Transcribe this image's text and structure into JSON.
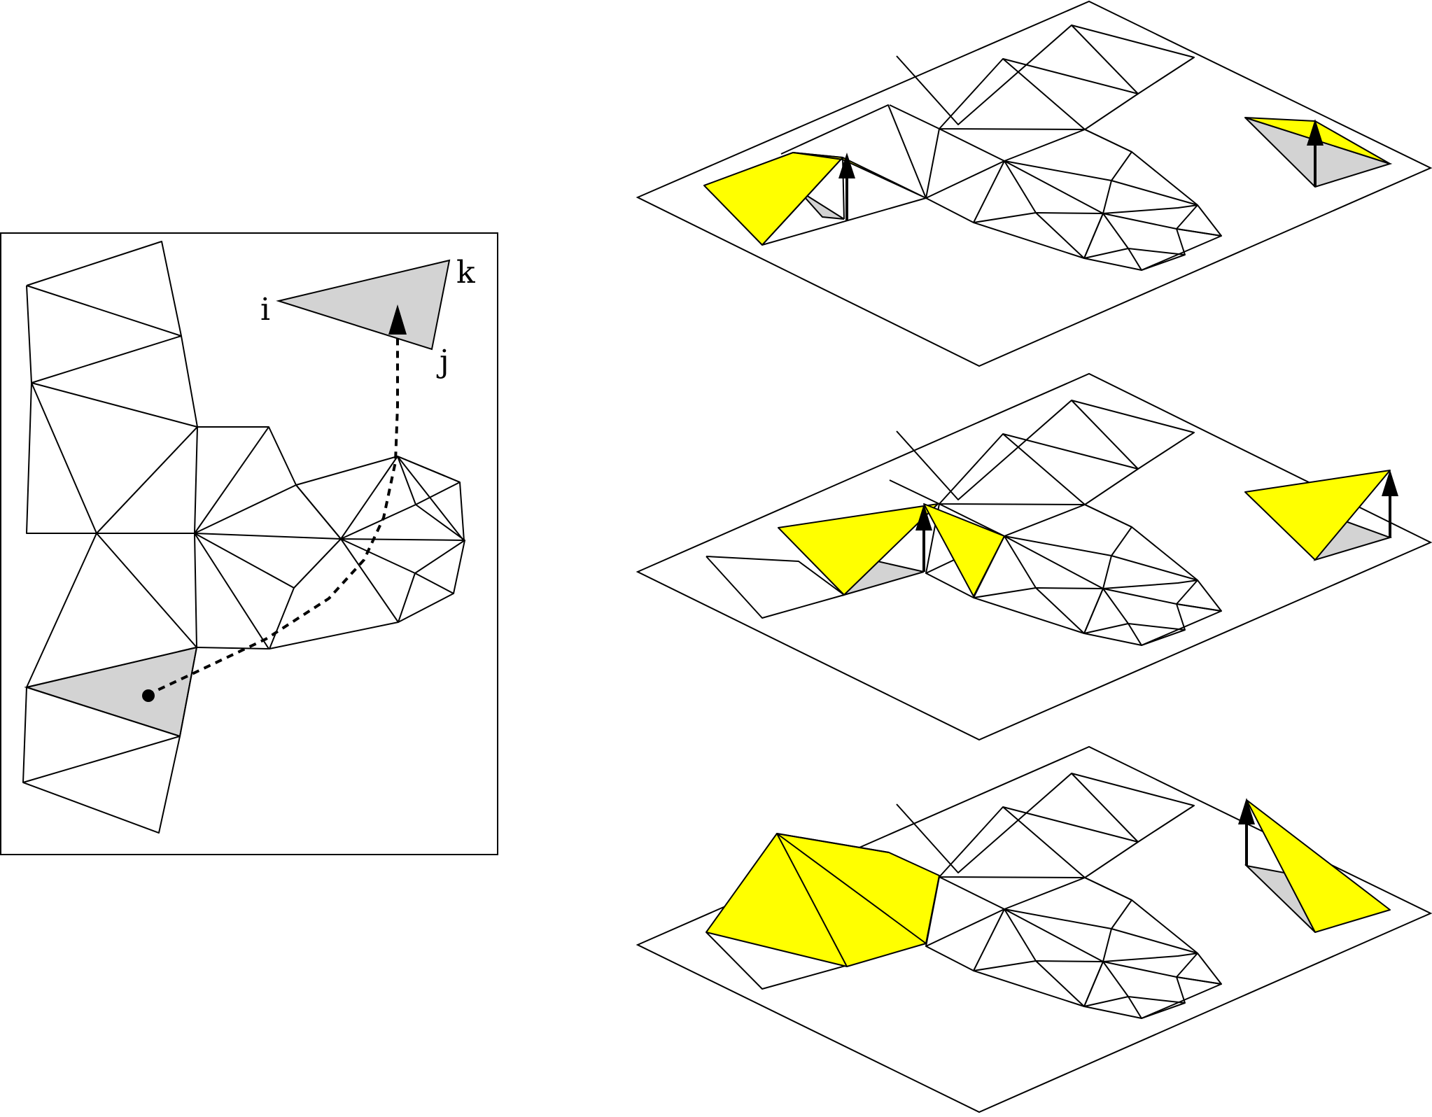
{
  "colors": {
    "highlight": "#FFFF00",
    "shaded": "#D3D3D3",
    "line": "#000000"
  },
  "labels": {
    "vertex_i": "i",
    "vertex_j": "j",
    "vertex_k": "k"
  }
}
